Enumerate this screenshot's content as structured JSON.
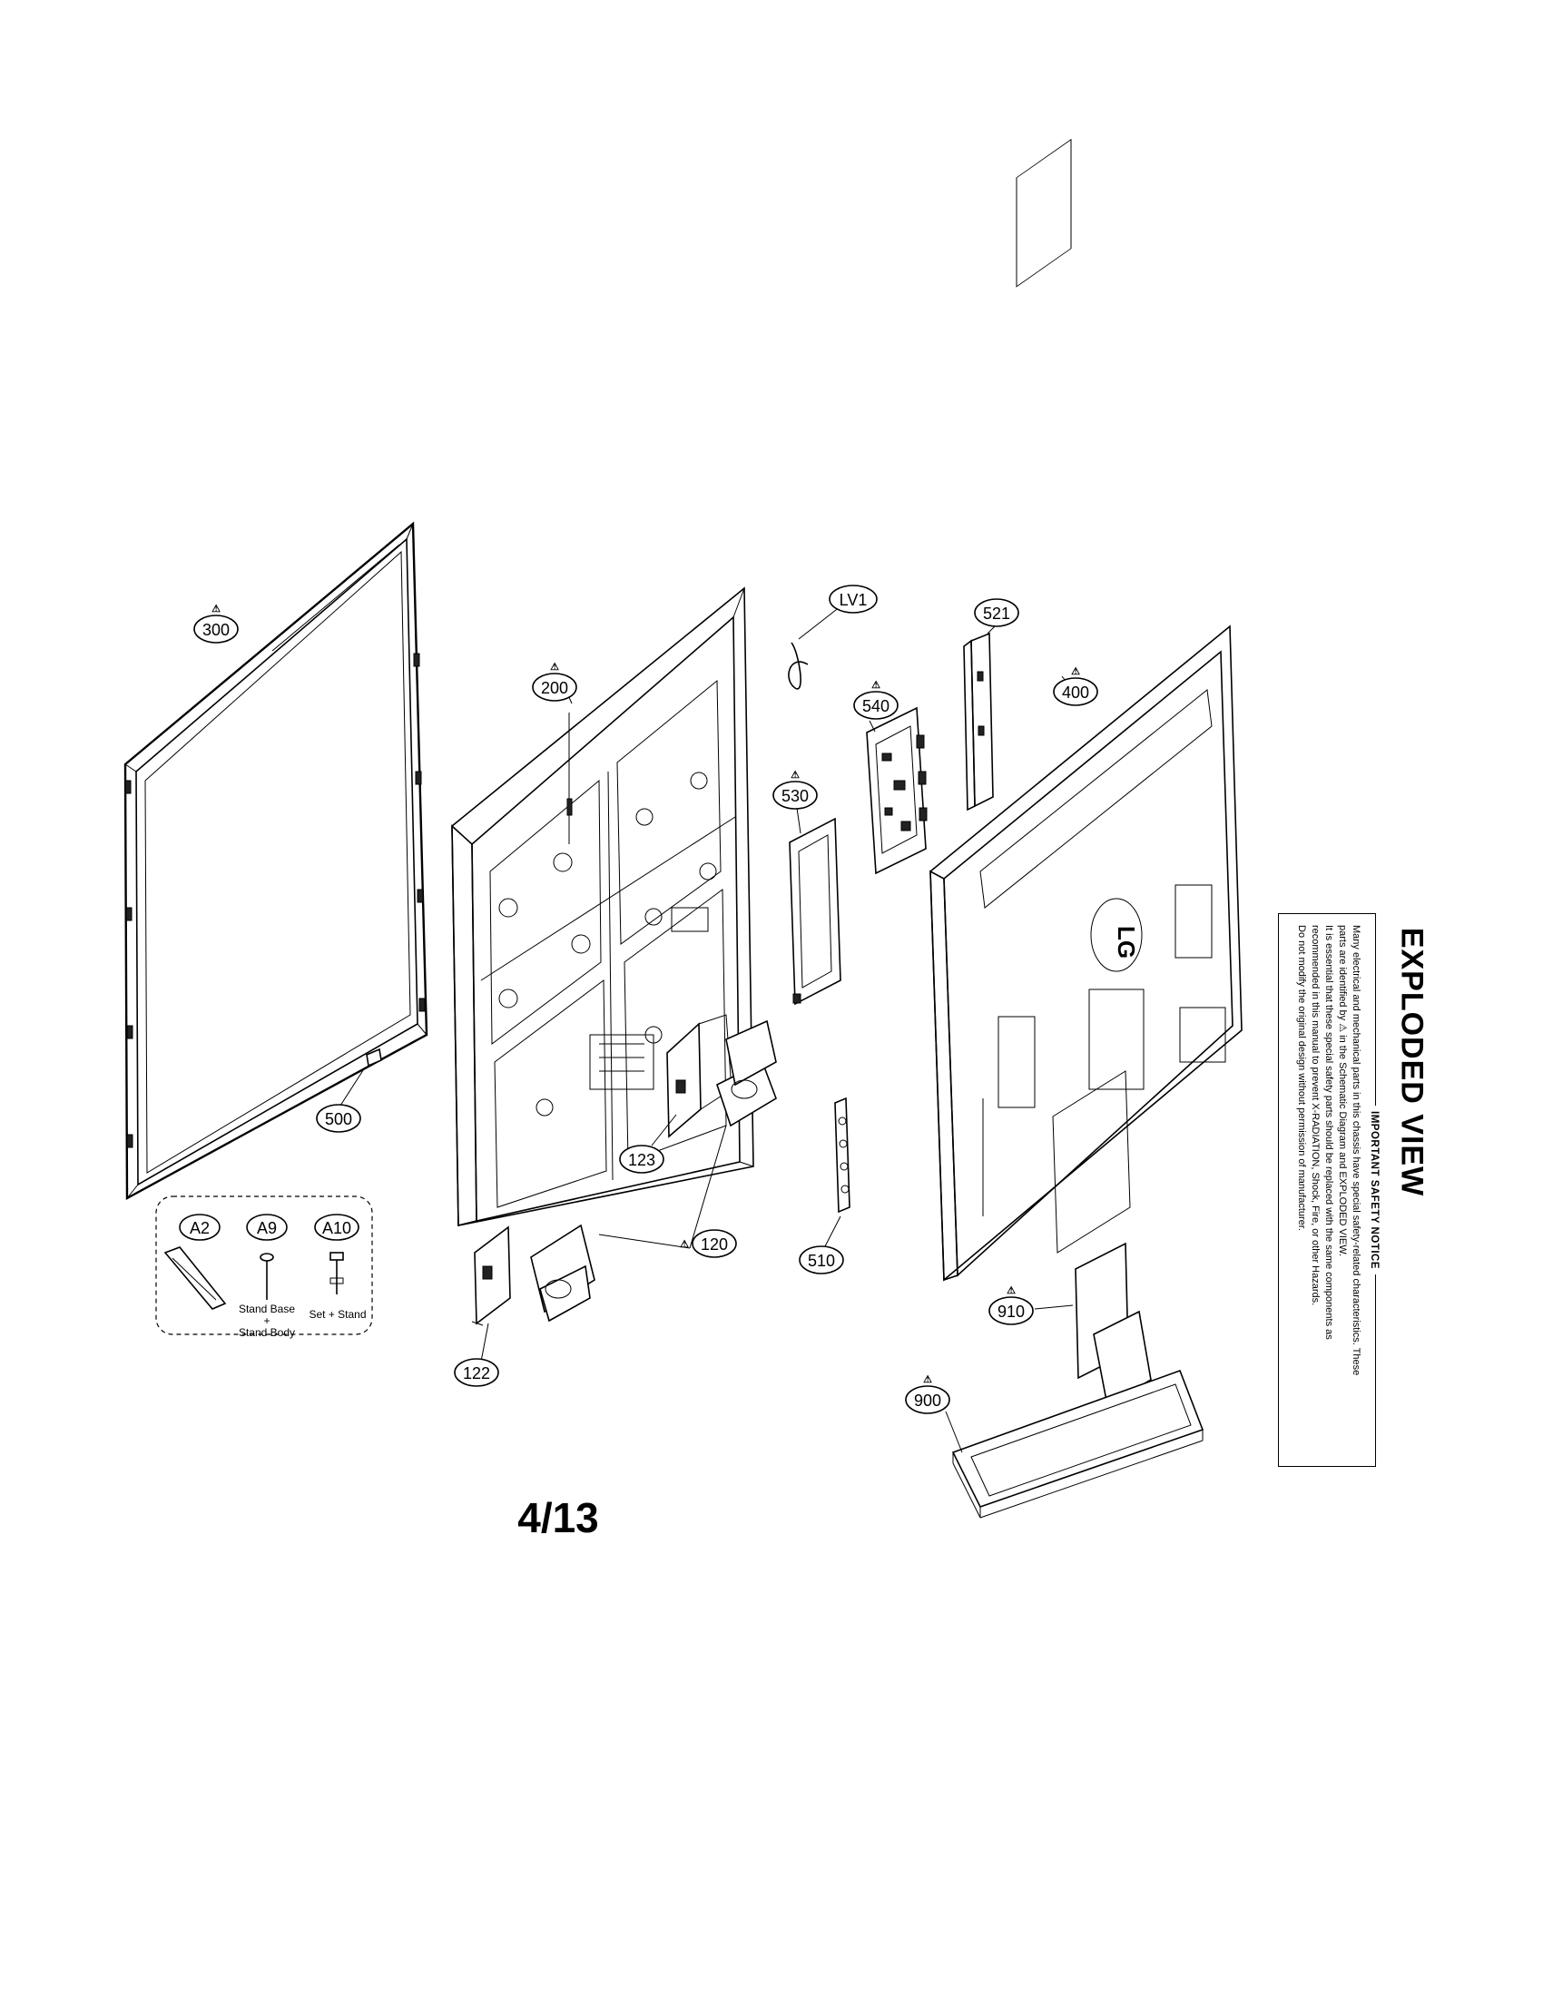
{
  "page": {
    "title": "EXPLODED VIEW",
    "page_number": "4/13"
  },
  "safety_notice": {
    "heading": "IMPORTANT SAFETY NOTICE",
    "lines": [
      "Many electrical and mechanical parts in this chassis have special safety-related characteristics. These",
      "parts are identified by ⚠ in the Schematic Diagram and EXPLODED VIEW.",
      "It is essential that these special safety parts should be replaced with the same components as",
      "recommended in this manual to prevent X-RADIATION, Shock, Fire, or other Hazards.",
      "Do not modify the original design without permission of manufacturer."
    ]
  },
  "callouts": {
    "p300": "300",
    "p200": "200",
    "lv1": "LV1",
    "p521": "521",
    "p540": "540",
    "p400": "400",
    "p530": "530",
    "p500": "500",
    "p123": "123",
    "p120": "120",
    "p510": "510",
    "p122": "122",
    "p910": "910",
    "p900": "900",
    "a2": "A2",
    "a9": "A9",
    "a10": "A10"
  },
  "warning_symbol": "⚠",
  "accessory_labels": {
    "a9_line1": "Stand Base",
    "a9_line2": "+",
    "a9_line3": "Stand Body",
    "a10": "Set + Stand"
  }
}
